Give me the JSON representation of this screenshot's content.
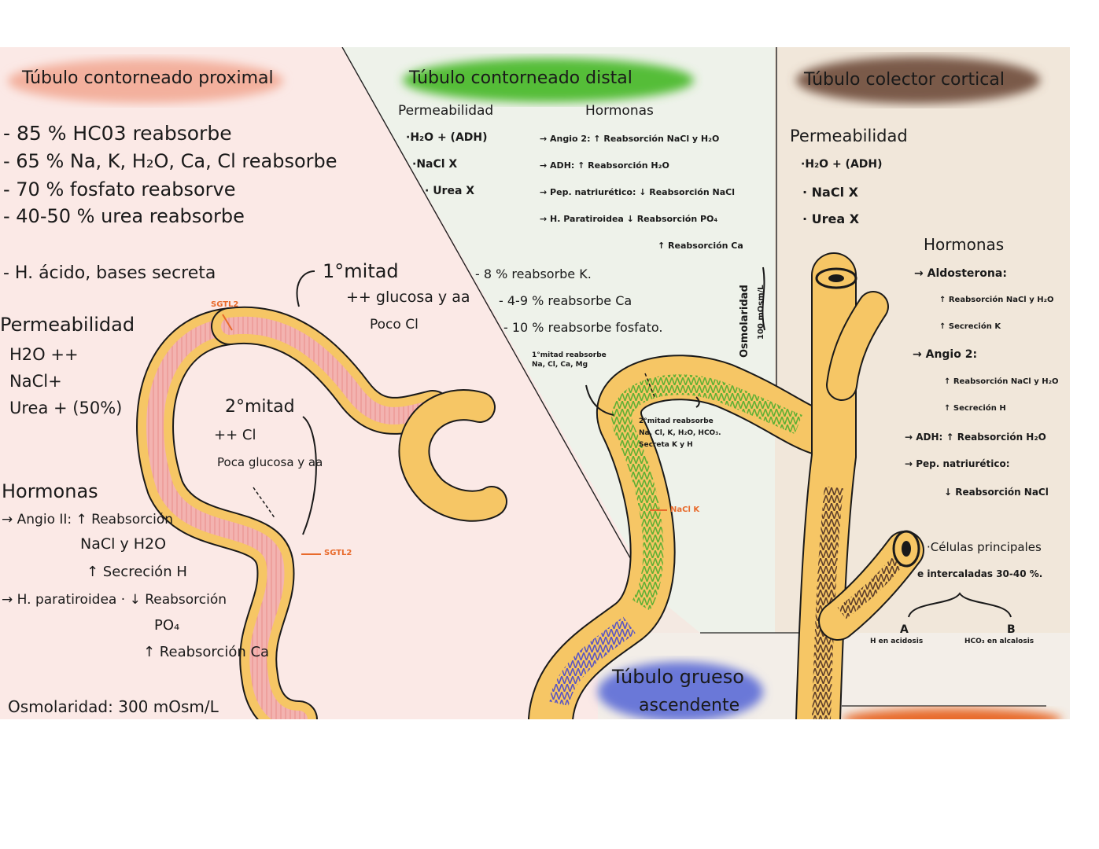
{
  "proximal": {
    "title": "Túbulo contorneado proximal",
    "lines": [
      "- 85 % HC03 reabsorbe",
      "- 65 % Na, K, H₂O, Ca, Cl reabsorbe",
      "- 70 % fosfato reabsorve",
      "- 40-50 % urea reabsorbe"
    ],
    "secreta": "- H. ácido, bases secreta",
    "permeabilidad_title": "Permeabilidad",
    "permeabilidad": [
      "H2O ++",
      "NaCl+",
      "Urea + (50%)"
    ],
    "hormonas_title": "Hormonas",
    "hormonas": [
      "→ Angio II: ↑ Reabsorción",
      "NaCl y H2O",
      "↑ Secreción H",
      "→ H. paratiroidea · ↓ Reabsorción",
      "PO₄",
      "↑ Reabsorción Ca"
    ],
    "osmolaridad": "Osmolaridad: 300 mOsm/L",
    "sgtl2_top": "SGTL2",
    "sgtl2_bottom": "SGTL2",
    "mitad1_title": "1°mitad",
    "mitad1_lines": [
      "++ glucosa y aa",
      "Poco Cl"
    ],
    "mitad2_title": "2°mitad",
    "mitad2_lines": [
      "++ Cl",
      "Poca glucosa y aa"
    ]
  },
  "distal": {
    "title": "Túbulo contorneado distal",
    "perm_title": "Permeabilidad",
    "perm": [
      "·H₂O + (ADH)",
      "·NaCl X",
      "· Urea X"
    ],
    "horm_title": "Hormonas",
    "horm": [
      "→ Angio 2: ↑ Reabsorción NaCl y H₂O",
      "→ ADH: ↑ Reabsorción H₂O",
      "→ Pep. natriurético: ↓ Reabsorción NaCl",
      "→ H. Paratiroidea ↓ Reabsorción PO₄",
      "↑ Reabsorción Ca"
    ],
    "reabs": [
      "- 8 % reabsorbe K.",
      "- 4-9 % reabsorbe Ca",
      "- 10 % reabsorbe fosfato."
    ],
    "osmolaridad": "Osmolaridad",
    "osmolaridad_val": "100 mOsm/L",
    "mitad1": [
      "1°mitad reabsorbe",
      "Na, Cl, Ca, Mg"
    ],
    "mitad2": [
      "2°mitad reabsorbe",
      "Na, Cl, K, H₂O, HCO₃.",
      "Secreta K y H"
    ],
    "transporter": "NaCl K"
  },
  "colector": {
    "title": "Túbulo colector cortical",
    "perm_title": "Permeabilidad",
    "perm": [
      "·H₂O + (ADH)",
      "· NaCl X",
      "· Urea X"
    ],
    "horm_title": "Hormonas",
    "horm": [
      "→ Aldosterona:",
      "↑ Reabsorción NaCl y H₂O",
      "↑ Secreción K",
      "→ Angio 2:",
      "↑ Reabsorción NaCl y H₂O",
      "↑ Secreción H",
      "→ ADH: ↑ Reabsorción H₂O",
      "→ Pep. natriurético:",
      "↓ Reabsorción NaCl"
    ],
    "celulas": [
      "·Células principales",
      "e intercaladas 30-40 %."
    ],
    "a_label": "A",
    "a_text": "H en acidosis",
    "b_label": "B",
    "b_text": "HCO₃ en alcalosis"
  },
  "grueso": {
    "title_line1": "Túbulo grueso",
    "title_line2": "ascendente"
  },
  "colors": {
    "tubule": "#f6c665",
    "tubule_edge": "#1a1a1a",
    "proximal_lining": "#f3b3b0",
    "distal_lining": "#6fbe3a",
    "colector_lining": "#6b4a33",
    "ascending_lining": "#6a63c8",
    "highlight_proximal": "#f3b09d",
    "highlight_distal": "#55bd39",
    "highlight_colector": "#7a5a48",
    "highlight_grueso": "#6a78d8",
    "annot_orange": "#e86a2b"
  }
}
